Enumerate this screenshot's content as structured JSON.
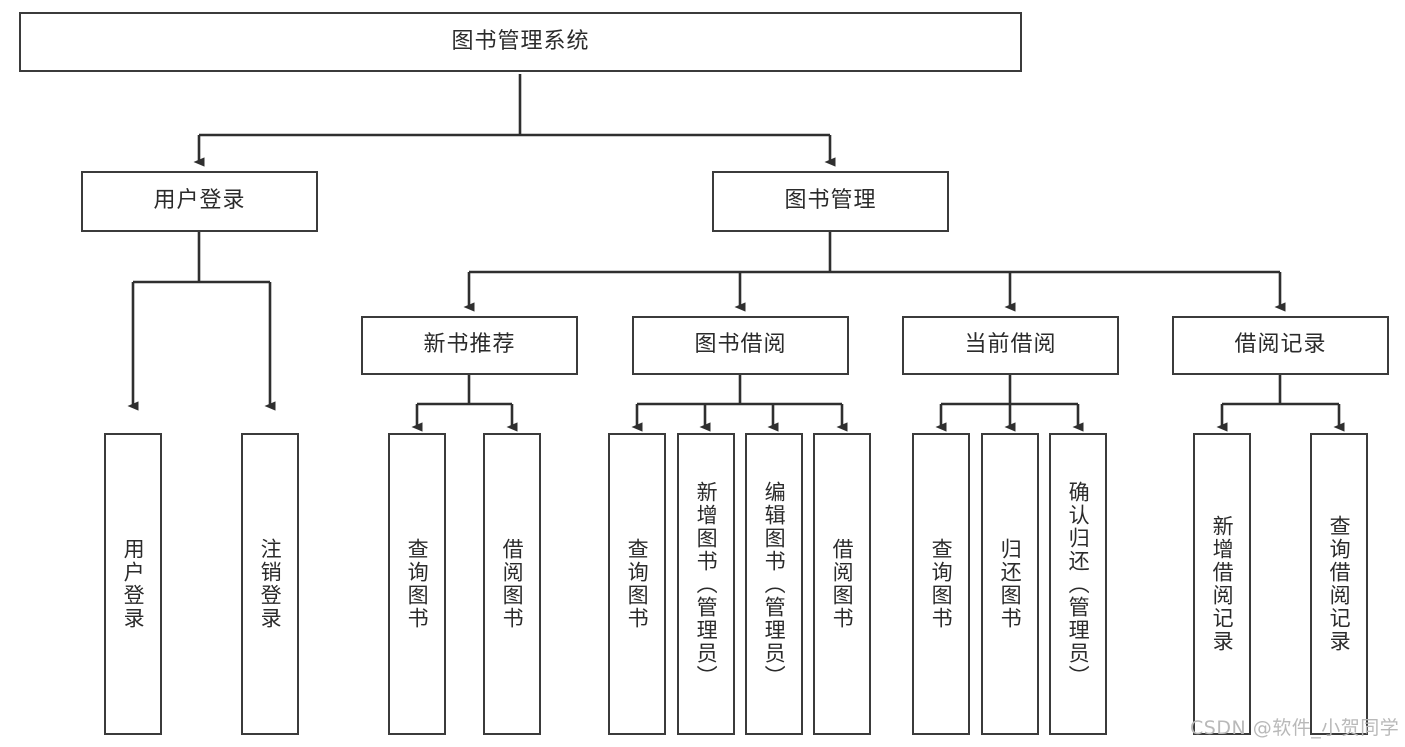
{
  "diagram": {
    "type": "tree-hierarchy",
    "title": "图书管理系统",
    "watermark": "CSDN @软件_小贺同学",
    "colors": {
      "box_border": "#3b3b3b",
      "box_fill": "#ffffff",
      "connector": "#2f2f2f",
      "text": "#2b2b2b",
      "watermark": "#b9b9b9",
      "background": "#ffffff"
    },
    "levels": {
      "root": {
        "id": "root",
        "label": "图书管理系统",
        "orientation": "horizontal"
      },
      "level2": [
        {
          "id": "user-login",
          "label": "用户登录",
          "orientation": "horizontal"
        },
        {
          "id": "book-management",
          "label": "图书管理",
          "orientation": "horizontal"
        }
      ],
      "level3": [
        {
          "id": "new-book-recommend",
          "label": "新书推荐",
          "orientation": "horizontal",
          "parent": "book-management"
        },
        {
          "id": "book-borrow",
          "label": "图书借阅",
          "orientation": "horizontal",
          "parent": "book-management"
        },
        {
          "id": "current-borrow",
          "label": "当前借阅",
          "orientation": "horizontal",
          "parent": "book-management"
        },
        {
          "id": "borrow-record",
          "label": "借阅记录",
          "orientation": "horizontal",
          "parent": "book-management"
        }
      ],
      "leaves": [
        {
          "id": "leaf-user-login",
          "label": "用户登录",
          "orientation": "vertical",
          "parent": "user-login"
        },
        {
          "id": "leaf-logout",
          "label": "注销登录",
          "orientation": "vertical",
          "parent": "user-login"
        },
        {
          "id": "leaf-query-book-1",
          "label": "查询图书",
          "orientation": "vertical",
          "parent": "new-book-recommend"
        },
        {
          "id": "leaf-borrow-book-1",
          "label": "借阅图书",
          "orientation": "vertical",
          "parent": "new-book-recommend"
        },
        {
          "id": "leaf-query-book-2",
          "label": "查询图书",
          "orientation": "vertical",
          "parent": "book-borrow"
        },
        {
          "id": "leaf-add-book",
          "label": "新增图书（管理员）",
          "orientation": "vertical",
          "parent": "book-borrow"
        },
        {
          "id": "leaf-edit-book",
          "label": "编辑图书（管理员）",
          "orientation": "vertical",
          "parent": "book-borrow"
        },
        {
          "id": "leaf-borrow-book-2",
          "label": "借阅图书",
          "orientation": "vertical",
          "parent": "book-borrow"
        },
        {
          "id": "leaf-query-book-3",
          "label": "查询图书",
          "orientation": "vertical",
          "parent": "current-borrow"
        },
        {
          "id": "leaf-return-book",
          "label": "归还图书",
          "orientation": "vertical",
          "parent": "current-borrow"
        },
        {
          "id": "leaf-confirm-return",
          "label": "确认归还（管理员）",
          "orientation": "vertical",
          "parent": "current-borrow"
        },
        {
          "id": "leaf-add-record",
          "label": "新增借阅记录",
          "orientation": "vertical",
          "parent": "borrow-record"
        },
        {
          "id": "leaf-query-record",
          "label": "查询借阅记录",
          "orientation": "vertical",
          "parent": "borrow-record"
        }
      ]
    }
  }
}
